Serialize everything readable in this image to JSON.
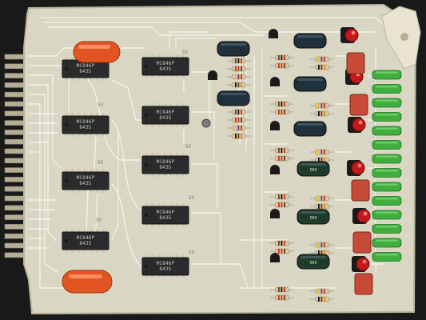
{
  "scene": {
    "subject": "printed circuit board",
    "colors": {
      "background": "#1a1a1a",
      "board": "#d9d6c3",
      "board_edge": "#c8c4ac",
      "trace": "#efefe2",
      "chip_body": "#2b2b2e",
      "resistor_body": "#d6c7a4",
      "transistor": "#1c1c1c",
      "electrolytic": "#20303d",
      "electrolytic_green": "#1f3b2a",
      "led": "#c21a1a",
      "orange_cap": "#e25522",
      "red_cap": "#c64a36",
      "green_block": "#3fae3c",
      "connector_pin": "#b5ae95"
    }
  },
  "chips": [
    {
      "part": "MC846P",
      "code": "8435",
      "row": 0,
      "col": 0
    },
    {
      "part": "MC846P",
      "code": "8435",
      "row": 0,
      "col": 1
    },
    {
      "part": "MC846P",
      "code": "8435",
      "row": 1,
      "col": 0
    },
    {
      "part": "MC846P",
      "code": "8435",
      "row": 1,
      "col": 1
    },
    {
      "part": "MC846P",
      "code": "8435",
      "row": 2,
      "col": 0
    },
    {
      "part": "MC846P",
      "code": "8435",
      "row": 2,
      "col": 1
    },
    {
      "part": "MC846P",
      "code": "8435",
      "row": 3,
      "col": 0
    },
    {
      "part": "MC846P",
      "code": "8435",
      "row": 3,
      "col": 1
    },
    {
      "part": "MC846P",
      "code": "8435",
      "row": 4,
      "col": 1
    }
  ],
  "board_markings": [
    "5V",
    "5V",
    "5V",
    "5V",
    "5V",
    "5V",
    "5V"
  ],
  "cap_markings": [
    "50V",
    "50V",
    "50V"
  ],
  "counts": {
    "edge_pins": 22,
    "led_channels": 6,
    "transistor_channels": 6,
    "green_blocks": 14,
    "red_caps": 5
  }
}
